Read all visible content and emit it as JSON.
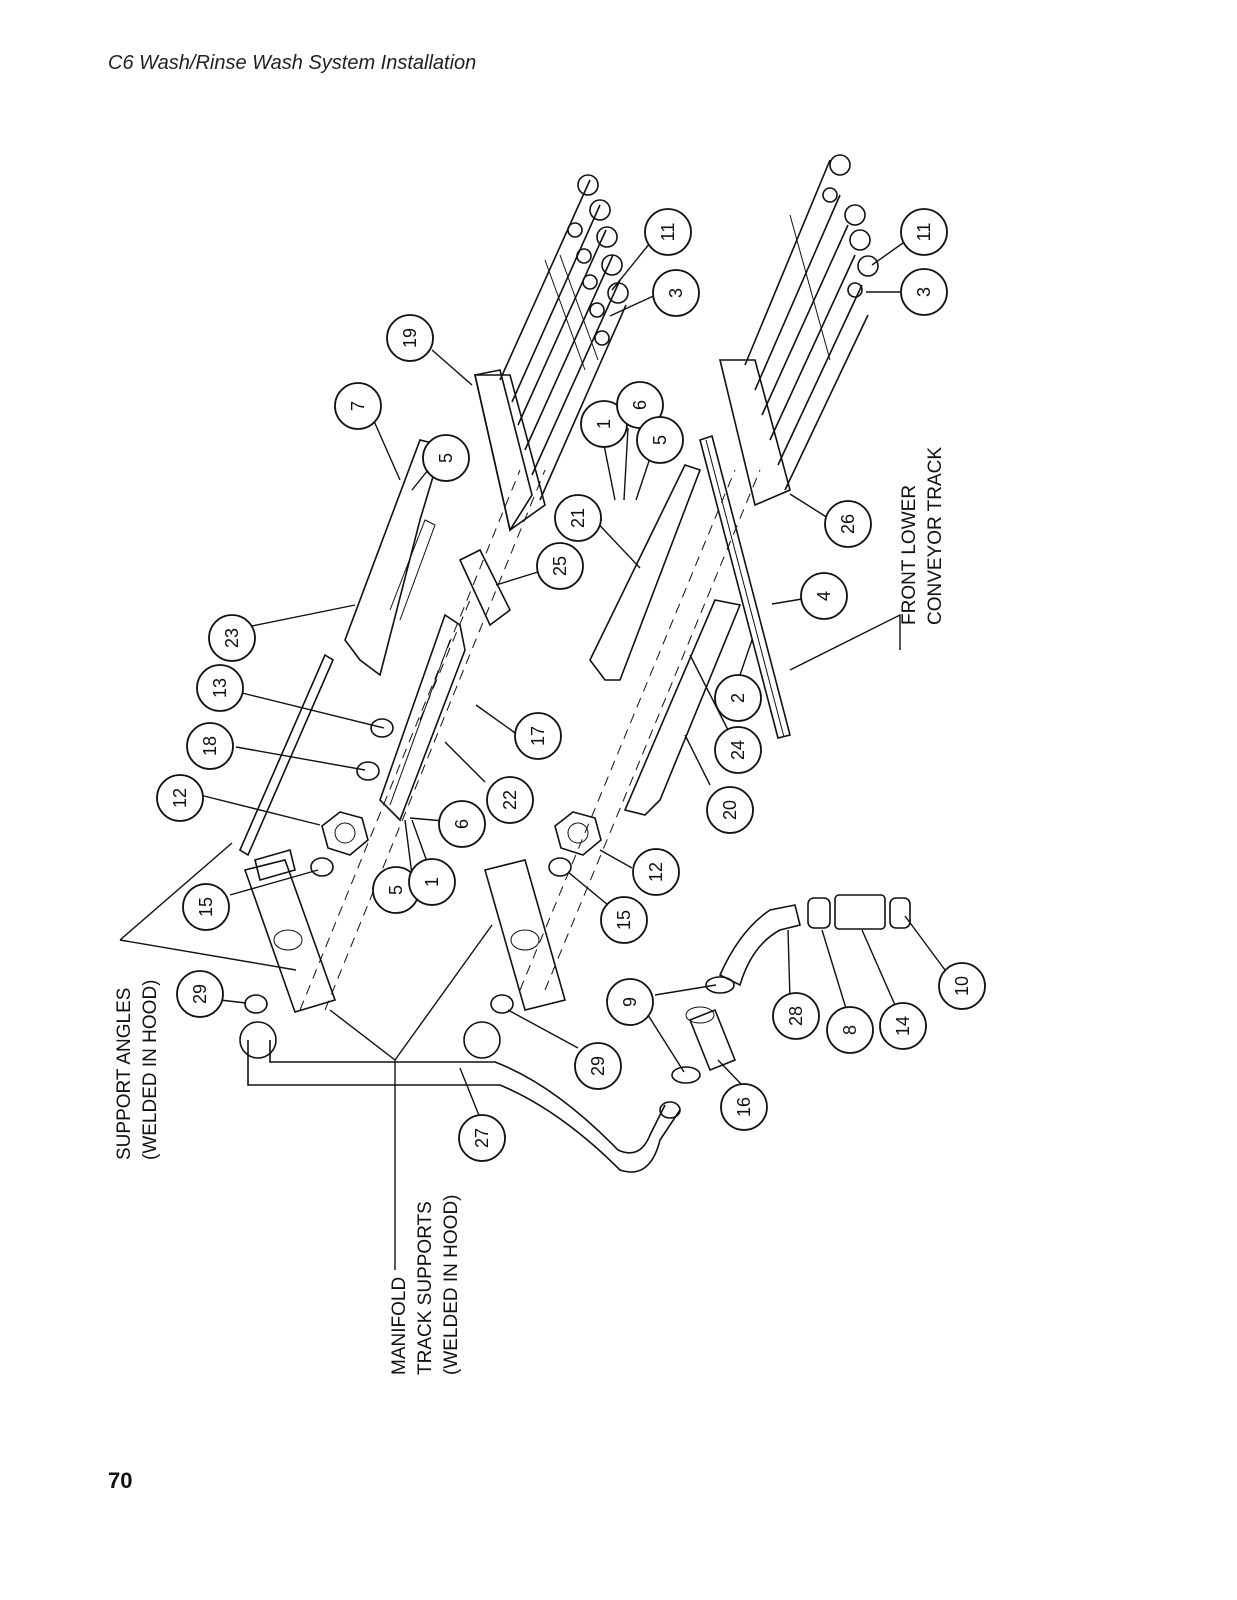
{
  "header": {
    "title": "C6 Wash/Rinse Wash System Installation"
  },
  "footer": {
    "page_number": "70"
  },
  "labels": {
    "support_angles": [
      "SUPPORT ANGLES",
      "(WELDED IN HOOD)"
    ],
    "manifold_track_supports": [
      "MANIFOLD",
      "TRACK SUPPORTS",
      "(WELDED IN HOOD)"
    ],
    "front_lower_conveyor_track": [
      "FRONT LOWER",
      "CONVEYOR TRACK"
    ]
  },
  "callouts": [
    {
      "id": "c11a",
      "num": "11"
    },
    {
      "id": "c3a",
      "num": "3"
    },
    {
      "id": "c19",
      "num": "19"
    },
    {
      "id": "c7",
      "num": "7"
    },
    {
      "id": "c5a",
      "num": "5"
    },
    {
      "id": "c1a",
      "num": "1"
    },
    {
      "id": "c6a",
      "num": "6"
    },
    {
      "id": "c5b",
      "num": "5"
    },
    {
      "id": "c11b",
      "num": "11"
    },
    {
      "id": "c3b",
      "num": "3"
    },
    {
      "id": "c21",
      "num": "21"
    },
    {
      "id": "c26",
      "num": "26"
    },
    {
      "id": "c25",
      "num": "25"
    },
    {
      "id": "c23",
      "num": "23"
    },
    {
      "id": "c4",
      "num": "4"
    },
    {
      "id": "c13",
      "num": "13"
    },
    {
      "id": "c2",
      "num": "2"
    },
    {
      "id": "c17",
      "num": "17"
    },
    {
      "id": "c24",
      "num": "24"
    },
    {
      "id": "c18",
      "num": "18"
    },
    {
      "id": "c22",
      "num": "22"
    },
    {
      "id": "c12a",
      "num": "12"
    },
    {
      "id": "c20",
      "num": "20"
    },
    {
      "id": "c6b",
      "num": "6"
    },
    {
      "id": "c5c",
      "num": "5"
    },
    {
      "id": "c1b",
      "num": "1"
    },
    {
      "id": "c12b",
      "num": "12"
    },
    {
      "id": "c15a",
      "num": "15"
    },
    {
      "id": "c15b",
      "num": "15"
    },
    {
      "id": "c10",
      "num": "10"
    },
    {
      "id": "c9",
      "num": "9"
    },
    {
      "id": "c28",
      "num": "28"
    },
    {
      "id": "c8",
      "num": "8"
    },
    {
      "id": "c14",
      "num": "14"
    },
    {
      "id": "c29a",
      "num": "29"
    },
    {
      "id": "c29b",
      "num": "29"
    },
    {
      "id": "c16",
      "num": "16"
    },
    {
      "id": "c27",
      "num": "27"
    }
  ]
}
